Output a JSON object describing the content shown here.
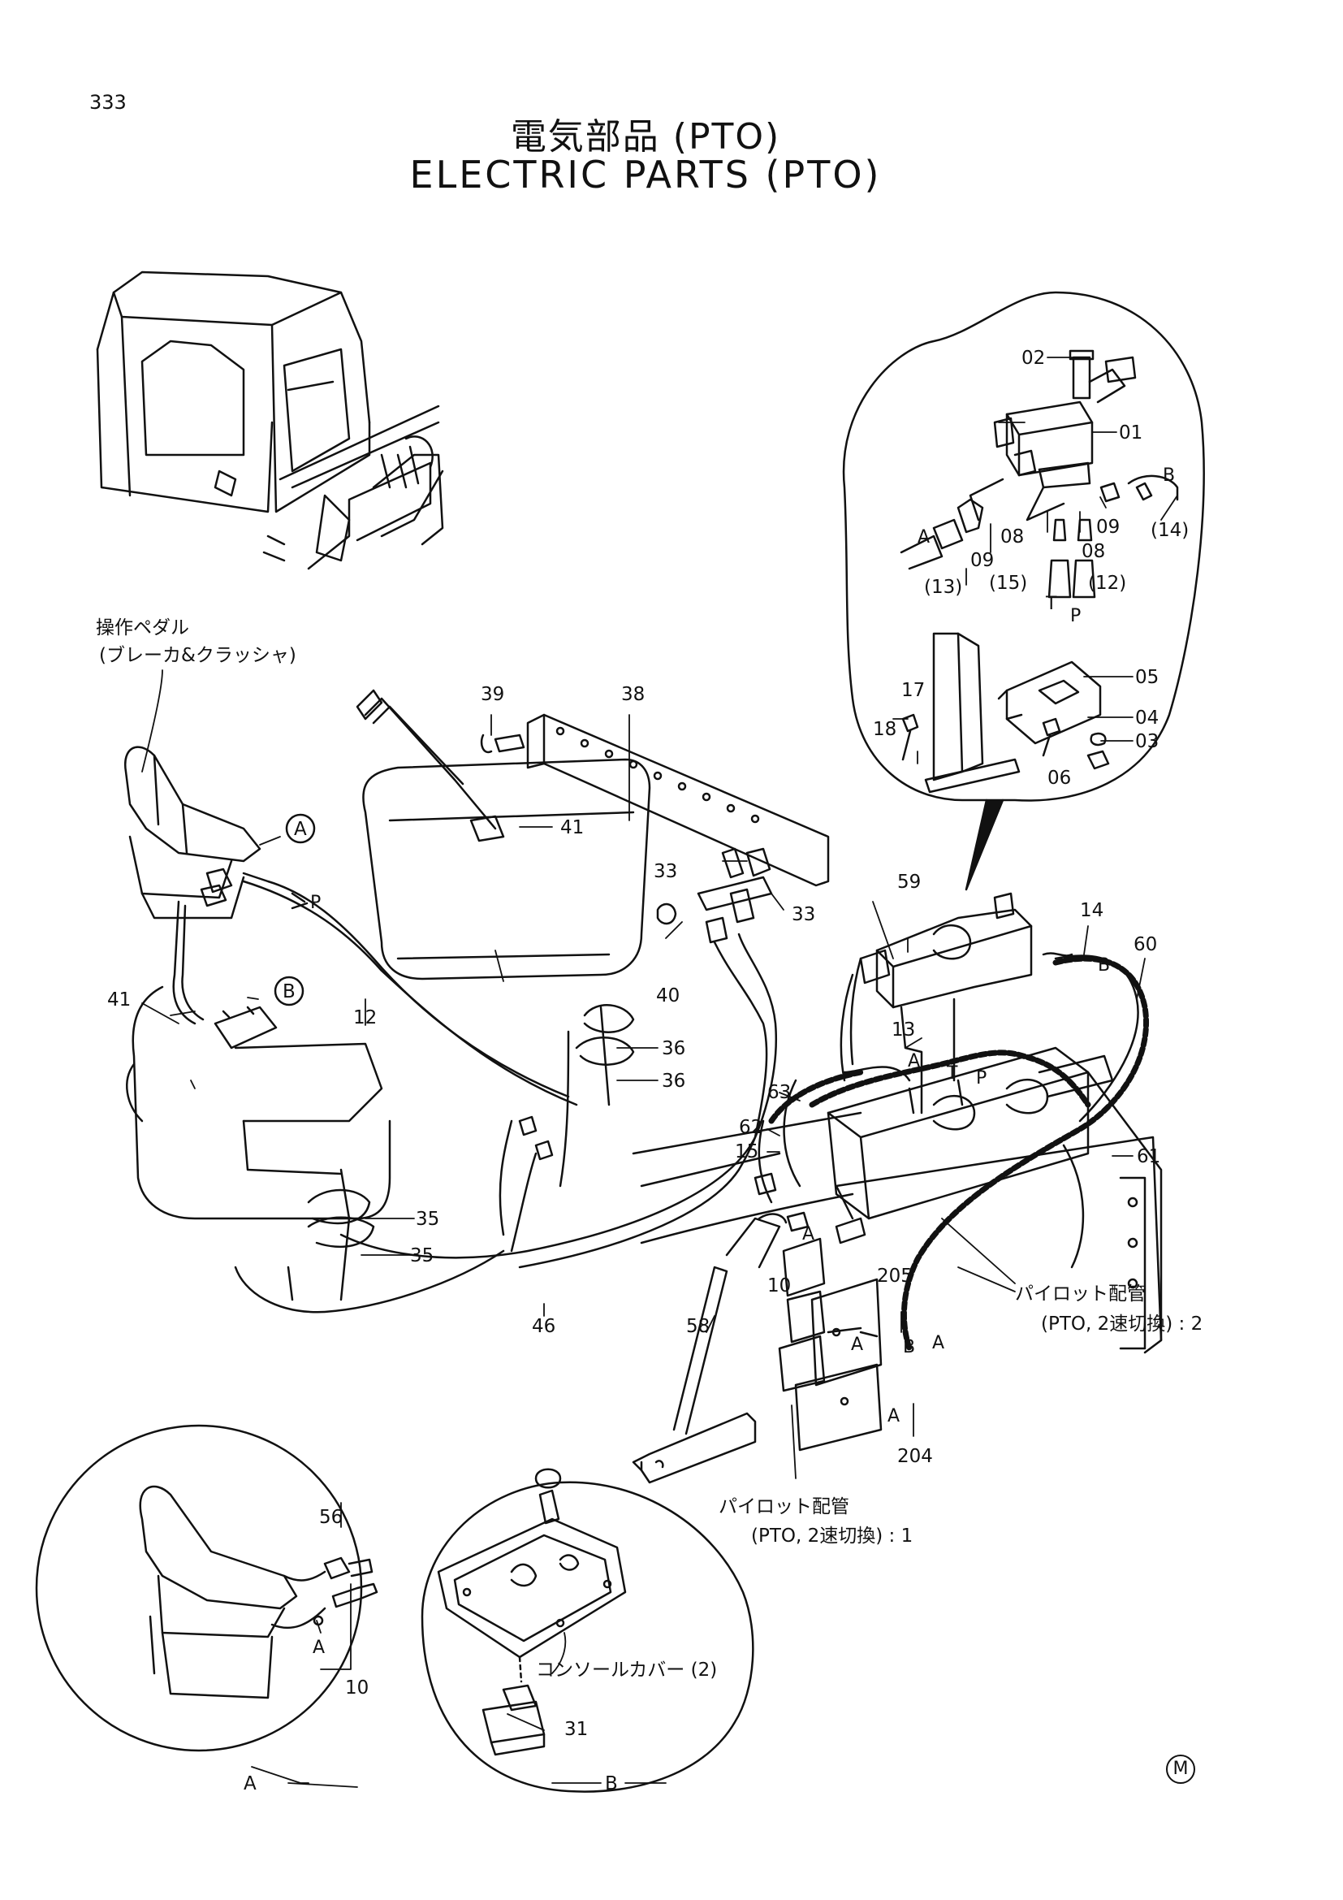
{
  "header": {
    "page_number": "333",
    "title_jp": "電気部品 (PTO)",
    "title_en": "ELECTRIC PARTS (PTO)"
  },
  "callouts": {
    "pedal_line1": "操作ペダル",
    "pedal_line2": "(ブレーカ&クラッシャ)",
    "pilot2_line1": "パイロット配管",
    "pilot2_line2": "(PTO, 2速切換) : 2",
    "pilot1_line1": "パイロット配管",
    "pilot1_line2": "(PTO, 2速切換) : 1",
    "console_cover": "コンソールカバー (2)"
  },
  "detail_labels": {
    "detail_a": "A",
    "detail_b": "B",
    "circle_a": "A",
    "circle_b": "B"
  },
  "part_numbers": [
    "02",
    "01",
    "08",
    "09",
    "08",
    "09",
    "(14)",
    "(13)",
    "(15)",
    "(12)",
    "17",
    "05",
    "04",
    "03",
    "18",
    "06",
    "39",
    "38",
    "41",
    "33",
    "33",
    "40",
    "59",
    "14",
    "60",
    "13",
    "12",
    "41",
    "36",
    "36",
    "63",
    "62",
    "15",
    "61",
    "35",
    "35",
    "10",
    "205",
    "58",
    "46",
    "204",
    "56",
    "10",
    "31"
  ],
  "port_letters": [
    "A",
    "B",
    "T",
    "P",
    "P",
    "A",
    "T",
    "P",
    "B",
    "A",
    "A",
    "B",
    "A",
    "A",
    "A"
  ],
  "footer": {
    "mark": "M"
  }
}
